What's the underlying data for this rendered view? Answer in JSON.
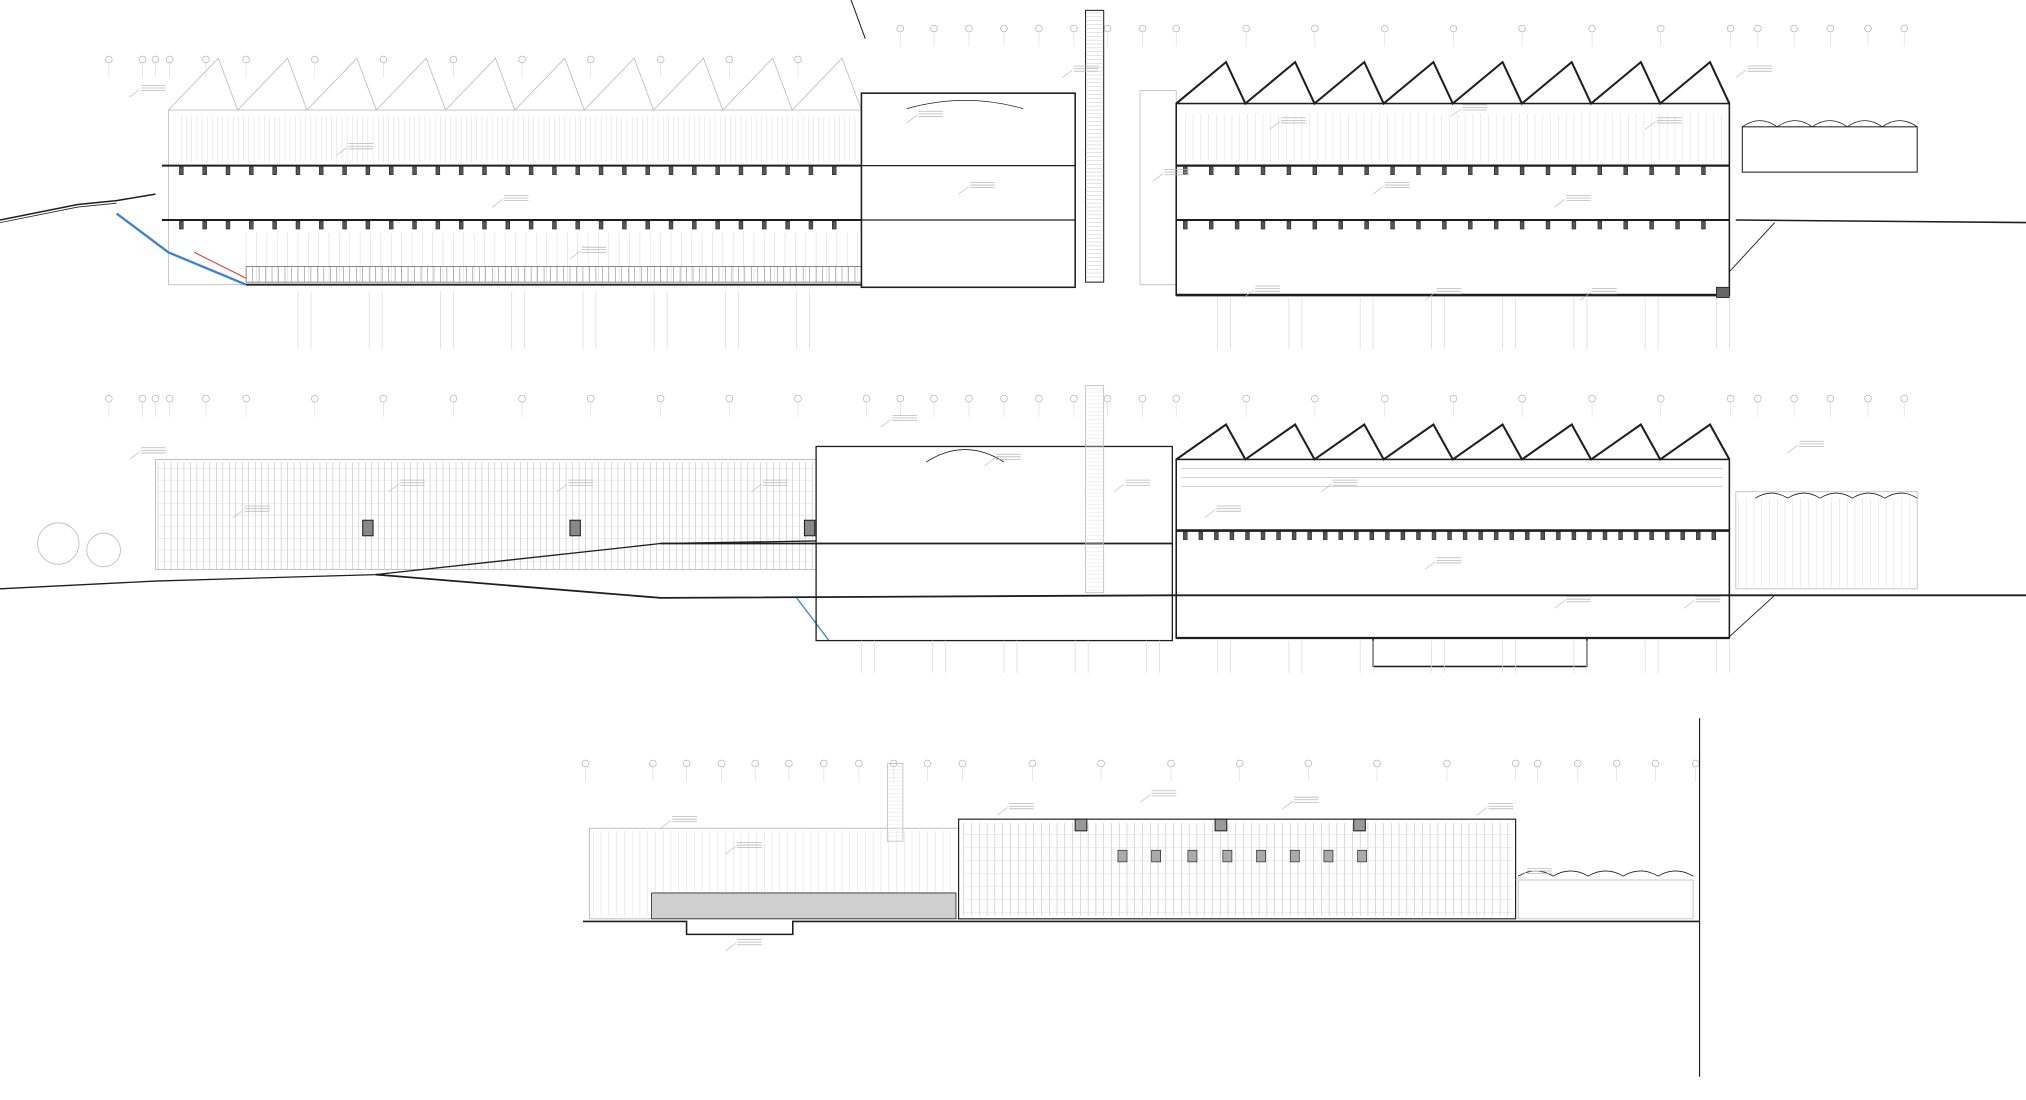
{
  "colors": {
    "line": "#1e1e1e",
    "light_line": "#b8b8b8",
    "faint_line": "#dcdcdc",
    "fill_grey": "#9a9a9a",
    "water_blue": "#3b82d6",
    "annotation_red": "#d63a3a"
  },
  "sections": [
    {
      "id": "section-1"
    },
    {
      "id": "section-2"
    },
    {
      "id": "elevation-3"
    }
  ]
}
